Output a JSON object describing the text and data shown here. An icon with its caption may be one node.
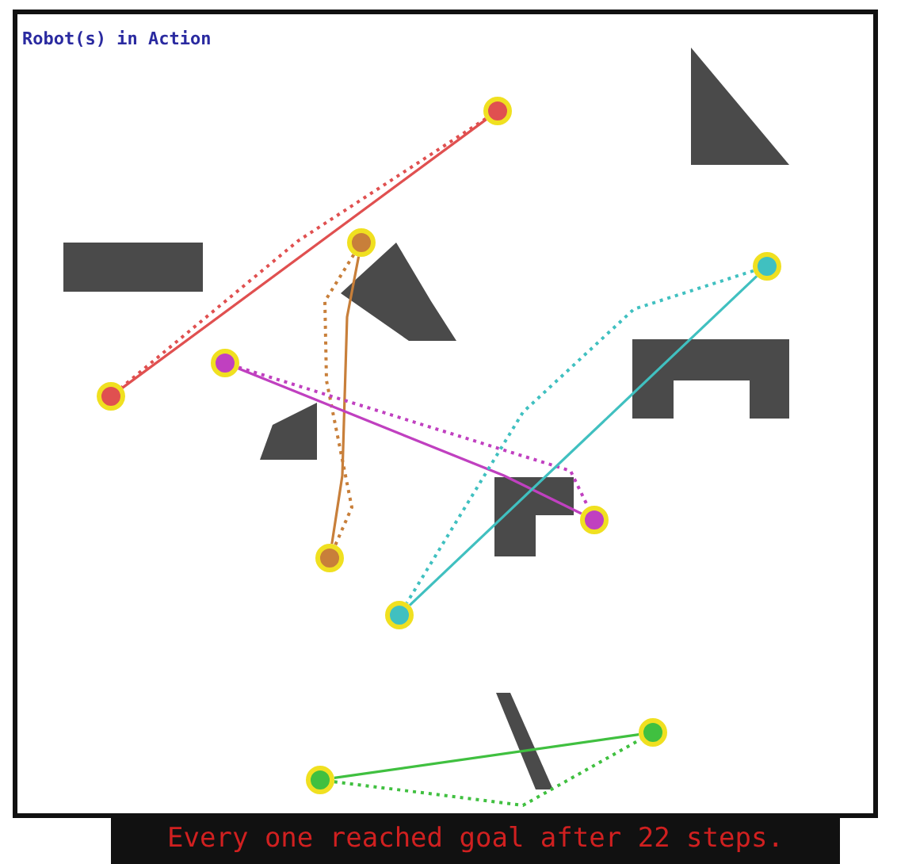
{
  "diagram": {
    "title": "Robot(s) in Action",
    "caption": "Every one reached goal after 22 steps.",
    "nodes": [
      {
        "text": [],
        "shape": "circle"
      },
      {
        "text": [],
        "shape": "circle"
      },
      {
        "text": [],
        "shape": "circle"
      },
      {
        "text": [],
        "shape": "circle"
      },
      {
        "text": [],
        "shape": "circle"
      },
      {
        "text": [],
        "shape": "circle"
      },
      {
        "text": [],
        "shape": "circle"
      },
      {
        "text": [],
        "shape": "circle"
      },
      {
        "text": [],
        "shape": "circle"
      },
      {
        "text": [],
        "shape": "circle"
      }
    ],
    "edges": [
      {
        "from": 0,
        "to": 4,
        "arrow": "none",
        "color": "#e05050"
      },
      {
        "from": 0,
        "to": 4,
        "arrow": "none",
        "style": "dashed",
        "color": "#e05050"
      },
      {
        "from": 1,
        "to": 6,
        "arrow": "none",
        "color": "#c87f3a"
      },
      {
        "from": 1,
        "to": 6,
        "arrow": "none",
        "style": "dashed",
        "color": "#c87f3a"
      },
      {
        "from": 3,
        "to": 5,
        "arrow": "none",
        "color": "#c040c0"
      },
      {
        "from": 3,
        "to": 5,
        "arrow": "none",
        "style": "dashed",
        "color": "#c040c0"
      },
      {
        "from": 2,
        "to": 7,
        "arrow": "none",
        "color": "#40c0c0"
      },
      {
        "from": 2,
        "to": 7,
        "arrow": "none",
        "style": "dashed",
        "color": "#40c0c0"
      },
      {
        "from": 9,
        "to": 8,
        "arrow": "none",
        "color": "#40c040"
      },
      {
        "from": 9,
        "to": 8,
        "arrow": "none",
        "style": "dashed",
        "color": "#40c040"
      }
    ]
  }
}
